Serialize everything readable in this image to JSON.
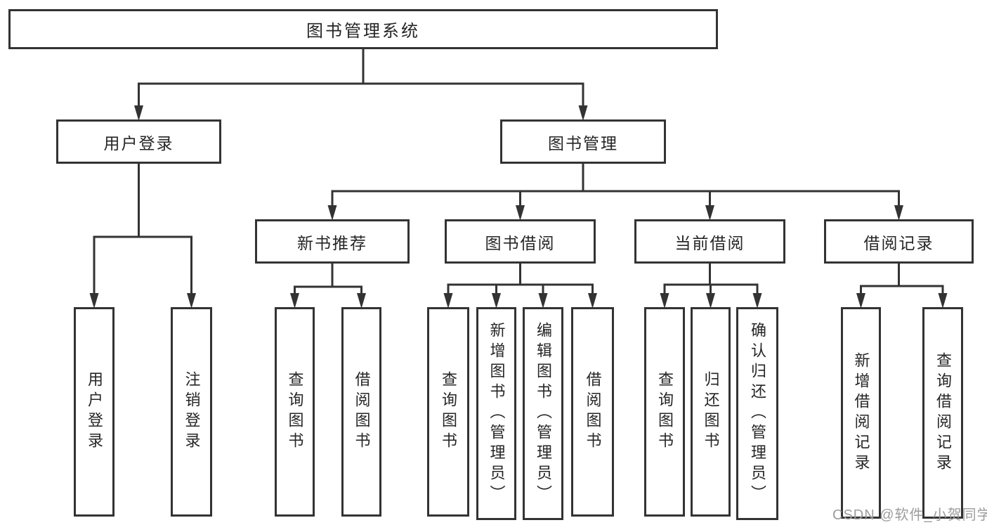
{
  "diagram": {
    "type": "hierarchy",
    "title": "图书管理系统",
    "colors": {
      "line": "#333333",
      "text": "#262626",
      "box_background": "#ffffff"
    },
    "nodes": [
      {
        "id": "root",
        "label": "图书管理系统",
        "level": 0,
        "orientation": "horizontal"
      },
      {
        "id": "user-login",
        "label": "用户登录",
        "level": 1,
        "orientation": "horizontal"
      },
      {
        "id": "book-mgmt",
        "label": "图书管理",
        "level": 1,
        "orientation": "horizontal"
      },
      {
        "id": "new-book-rec",
        "label": "新书推荐",
        "level": 2,
        "orientation": "horizontal"
      },
      {
        "id": "book-borrow",
        "label": "图书借阅",
        "level": 2,
        "orientation": "horizontal"
      },
      {
        "id": "current-borrow",
        "label": "当前借阅",
        "level": 2,
        "orientation": "horizontal"
      },
      {
        "id": "borrow-record",
        "label": "借阅记录",
        "level": 2,
        "orientation": "horizontal"
      },
      {
        "id": "leaf-user-login",
        "label": "用户登录",
        "level": 3,
        "orientation": "vertical"
      },
      {
        "id": "leaf-logout",
        "label": "注销登录",
        "level": 3,
        "orientation": "vertical"
      },
      {
        "id": "leaf-query-book-1",
        "label": "查询图书",
        "level": 3,
        "orientation": "vertical"
      },
      {
        "id": "leaf-borrow-book-1",
        "label": "借阅图书",
        "level": 3,
        "orientation": "vertical"
      },
      {
        "id": "leaf-query-book-2",
        "label": "查询图书",
        "level": 3,
        "orientation": "vertical"
      },
      {
        "id": "leaf-add-book",
        "label": "新增图书（管理员）",
        "level": 3,
        "orientation": "vertical"
      },
      {
        "id": "leaf-edit-book",
        "label": "编辑图书（管理员）",
        "level": 3,
        "orientation": "vertical"
      },
      {
        "id": "leaf-borrow-book-2",
        "label": "借阅图书",
        "level": 3,
        "orientation": "vertical"
      },
      {
        "id": "leaf-query-book-3",
        "label": "查询图书",
        "level": 3,
        "orientation": "vertical"
      },
      {
        "id": "leaf-return-book",
        "label": "归还图书",
        "level": 3,
        "orientation": "vertical"
      },
      {
        "id": "leaf-confirm-return",
        "label": "确认归还（管理员）",
        "level": 3,
        "orientation": "vertical"
      },
      {
        "id": "leaf-add-record",
        "label": "新增借阅记录",
        "level": 3,
        "orientation": "vertical"
      },
      {
        "id": "leaf-query-record",
        "label": "查询借阅记录",
        "level": 3,
        "orientation": "vertical"
      }
    ],
    "edges": [
      {
        "from": "root",
        "to": [
          "user-login",
          "book-mgmt"
        ]
      },
      {
        "from": "user-login",
        "to": [
          "leaf-user-login",
          "leaf-logout"
        ]
      },
      {
        "from": "book-mgmt",
        "to": [
          "new-book-rec",
          "book-borrow",
          "current-borrow",
          "borrow-record"
        ]
      },
      {
        "from": "new-book-rec",
        "to": [
          "leaf-query-book-1",
          "leaf-borrow-book-1"
        ]
      },
      {
        "from": "book-borrow",
        "to": [
          "leaf-query-book-2",
          "leaf-add-book",
          "leaf-edit-book",
          "leaf-borrow-book-2"
        ]
      },
      {
        "from": "current-borrow",
        "to": [
          "leaf-query-book-3",
          "leaf-return-book",
          "leaf-confirm-return"
        ]
      },
      {
        "from": "borrow-record",
        "to": [
          "leaf-add-record",
          "leaf-query-record"
        ]
      }
    ]
  },
  "watermark": {
    "text": "CSDN @软件_小贺同学",
    "color": "#9c9c9c"
  }
}
